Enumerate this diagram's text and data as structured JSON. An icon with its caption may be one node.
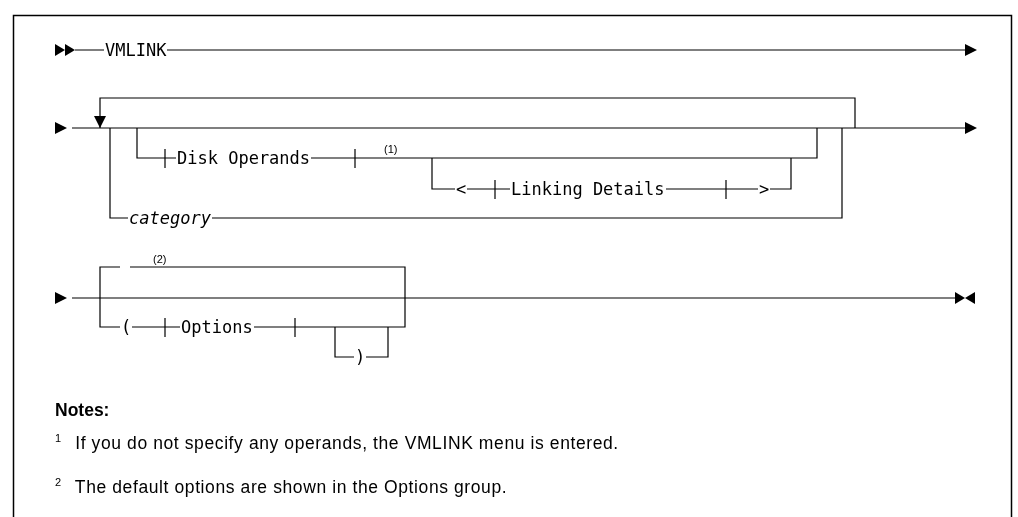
{
  "diagram": {
    "labels": [
      "VMLINK",
      "Disk Operands",
      "(1)",
      "<",
      "Linking Details",
      ">",
      "category",
      "(2)",
      "(",
      "Options",
      ")",
      "Notes:",
      "$^{1}$ If you do not specify any operands, the VMLINK menu is entered.",
      "$^{2}$ The default options are shown in the Options group."
    ]
  }
}
